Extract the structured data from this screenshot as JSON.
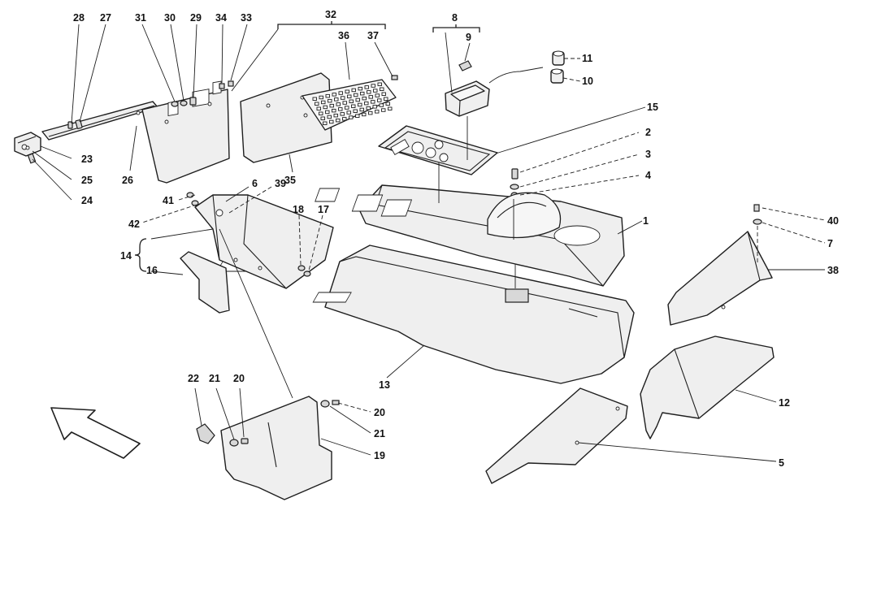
{
  "diagram": {
    "colors": {
      "line": "#1e1e1e",
      "part_fill": "#efefef",
      "background": "#ffffff"
    },
    "orientation_arrow": "direction-arrow",
    "callouts": {
      "c1": "1",
      "c2": "2",
      "c3": "3",
      "c4": "4",
      "c5": "5",
      "c6": "6",
      "c7": "7",
      "c8": "8",
      "c9": "9",
      "c10": "10",
      "c11": "11",
      "c12": "12",
      "c13": "13",
      "c14": "14",
      "c15": "15",
      "c16": "16",
      "c17": "17",
      "c18": "18",
      "c19": "19",
      "c20a": "20",
      "c20b": "20",
      "c21a": "21",
      "c21b": "21",
      "c22": "22",
      "c23": "23",
      "c24": "24",
      "c25": "25",
      "c26": "26",
      "c27": "27",
      "c28": "28",
      "c29": "29",
      "c30": "30",
      "c31": "31",
      "c32": "32",
      "c33": "33",
      "c34": "34",
      "c35": "35",
      "c36": "36",
      "c37": "37",
      "c38": "38",
      "c39": "39",
      "c40": "40",
      "c41": "41",
      "c42": "42"
    }
  }
}
